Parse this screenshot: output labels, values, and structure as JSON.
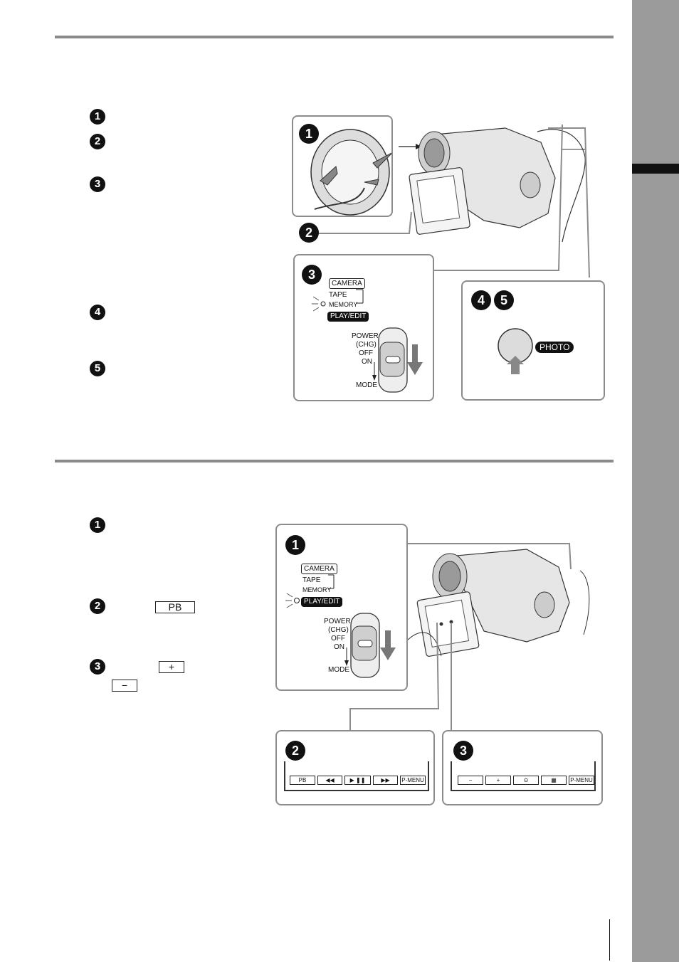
{
  "section1": {
    "steps": [
      "1",
      "2",
      "3",
      "4",
      "5"
    ],
    "figure": {
      "lens_step": "1",
      "lcd_step": "2",
      "switch_step": "3",
      "photo_steps": [
        "4",
        "5"
      ],
      "mode_labels": {
        "camera": "CAMERA",
        "tape": "TAPE",
        "memory": "MEMORY",
        "play_edit": "PLAY/EDIT"
      },
      "power_labels": [
        "POWER",
        "(CHG)",
        "OFF",
        "ON"
      ],
      "mode": "MODE",
      "photo_button": "PHOTO"
    }
  },
  "section2": {
    "steps": [
      "1",
      "2",
      "3"
    ],
    "step2_button": "PB",
    "step3_plus": "+",
    "step3_minus": "−",
    "figure": {
      "switch_step": "1",
      "mode_labels": {
        "camera": "CAMERA",
        "tape": "TAPE",
        "memory": "MEMORY",
        "play_edit": "PLAY/EDIT"
      },
      "power_labels": [
        "POWER",
        "(CHG)",
        "OFF",
        "ON"
      ],
      "mode": "MODE",
      "screen2_step": "2",
      "screen2_buttons": [
        "PB",
        "◀◀",
        "▶ ❚❚",
        "▶▶",
        "P-MENU"
      ],
      "screen3_step": "3",
      "screen3_buttons": [
        "−",
        "+",
        "",
        "",
        "P-MENU"
      ]
    }
  },
  "colors": {
    "rule": "#8a8a8a",
    "sidebar": "#9b9b9b",
    "panel_border": "#8c8c8c"
  }
}
